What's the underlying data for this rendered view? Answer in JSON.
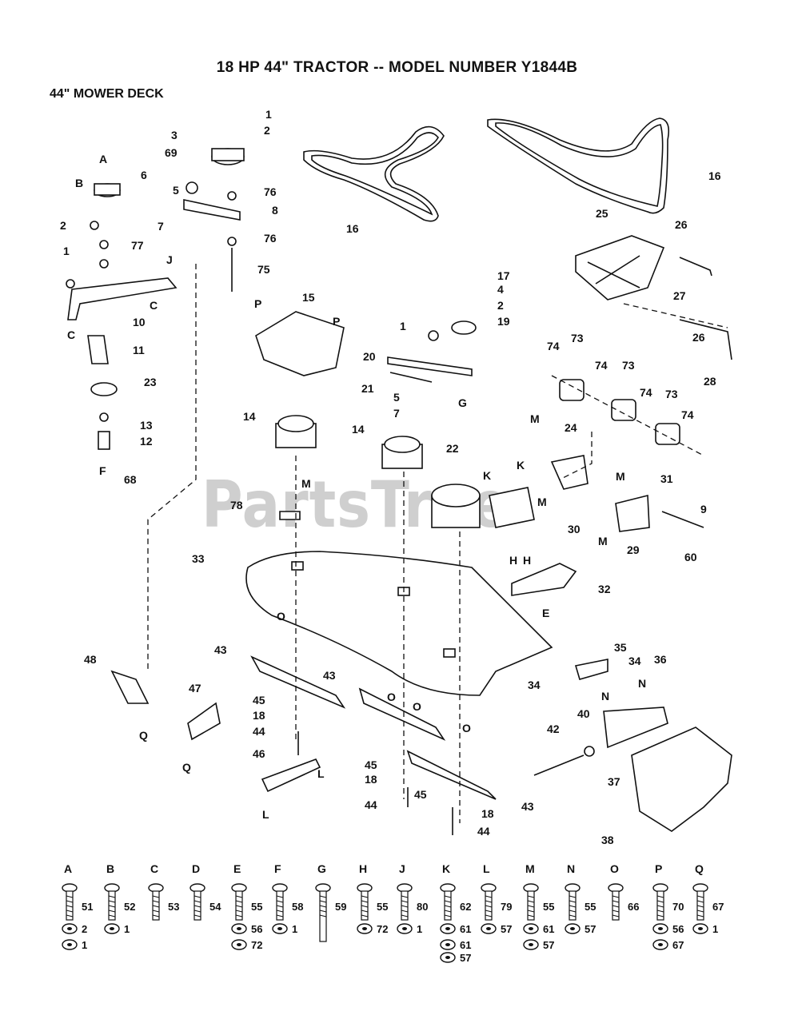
{
  "page": {
    "title": "18 HP 44\" TRACTOR -- MODEL NUMBER Y1844B",
    "section": "44\" MOWER DECK",
    "watermark": "PartsTree"
  },
  "callouts": [
    {
      "id": "c1a",
      "text": "1"
    },
    {
      "id": "c2a",
      "text": "2"
    },
    {
      "id": "c3",
      "text": "3"
    },
    {
      "id": "c69",
      "text": "69"
    },
    {
      "id": "cA",
      "text": "A"
    },
    {
      "id": "c6",
      "text": "6"
    },
    {
      "id": "cB",
      "text": "B"
    },
    {
      "id": "c5a",
      "text": "5"
    },
    {
      "id": "c76a",
      "text": "76"
    },
    {
      "id": "c8",
      "text": "8"
    },
    {
      "id": "c2b",
      "text": "2"
    },
    {
      "id": "c77",
      "text": "77"
    },
    {
      "id": "c7a",
      "text": "7"
    },
    {
      "id": "c76b",
      "text": "76"
    },
    {
      "id": "c1b",
      "text": "1"
    },
    {
      "id": "cJ",
      "text": "J"
    },
    {
      "id": "c75",
      "text": "75"
    },
    {
      "id": "cC1",
      "text": "C"
    },
    {
      "id": "c10",
      "text": "10"
    },
    {
      "id": "cC2",
      "text": "C"
    },
    {
      "id": "c11",
      "text": "11"
    },
    {
      "id": "c23",
      "text": "23"
    },
    {
      "id": "c13",
      "text": "13"
    },
    {
      "id": "c12",
      "text": "12"
    },
    {
      "id": "cF",
      "text": "F"
    },
    {
      "id": "c16a",
      "text": "16"
    },
    {
      "id": "c16b",
      "text": "16"
    },
    {
      "id": "c25",
      "text": "25"
    },
    {
      "id": "c26a",
      "text": "26"
    },
    {
      "id": "c27",
      "text": "27"
    },
    {
      "id": "c26b",
      "text": "26"
    },
    {
      "id": "c28",
      "text": "28"
    },
    {
      "id": "cP1",
      "text": "P"
    },
    {
      "id": "c15",
      "text": "15"
    },
    {
      "id": "cP2",
      "text": "P"
    },
    {
      "id": "c17",
      "text": "17"
    },
    {
      "id": "c4",
      "text": "4"
    },
    {
      "id": "c2c",
      "text": "2"
    },
    {
      "id": "c1c",
      "text": "1"
    },
    {
      "id": "c19",
      "text": "19"
    },
    {
      "id": "c20",
      "text": "20"
    },
    {
      "id": "c21",
      "text": "21"
    },
    {
      "id": "c5b",
      "text": "5"
    },
    {
      "id": "cG",
      "text": "G"
    },
    {
      "id": "c7b",
      "text": "7"
    },
    {
      "id": "c74a",
      "text": "74"
    },
    {
      "id": "c73a",
      "text": "73"
    },
    {
      "id": "c74b",
      "text": "74"
    },
    {
      "id": "c73b",
      "text": "73"
    },
    {
      "id": "c74c",
      "text": "74"
    },
    {
      "id": "c73c",
      "text": "73"
    },
    {
      "id": "c74d",
      "text": "74"
    },
    {
      "id": "c14a",
      "text": "14"
    },
    {
      "id": "c14b",
      "text": "14"
    },
    {
      "id": "cM1",
      "text": "M"
    },
    {
      "id": "c24",
      "text": "24"
    },
    {
      "id": "c22",
      "text": "22"
    },
    {
      "id": "cK1",
      "text": "K"
    },
    {
      "id": "cK2",
      "text": "K"
    },
    {
      "id": "cM2",
      "text": "M"
    },
    {
      "id": "c68",
      "text": "68"
    },
    {
      "id": "cM3",
      "text": "M"
    },
    {
      "id": "c78",
      "text": "78"
    },
    {
      "id": "c30",
      "text": "30"
    },
    {
      "id": "cM4",
      "text": "M"
    },
    {
      "id": "c31",
      "text": "31"
    },
    {
      "id": "c9",
      "text": "9"
    },
    {
      "id": "cM5",
      "text": "M"
    },
    {
      "id": "c29",
      "text": "29"
    },
    {
      "id": "c60",
      "text": "60"
    },
    {
      "id": "c33",
      "text": "33"
    },
    {
      "id": "cH1",
      "text": "H"
    },
    {
      "id": "cH2",
      "text": "H"
    },
    {
      "id": "c32",
      "text": "32"
    },
    {
      "id": "cE",
      "text": "E"
    },
    {
      "id": "cO1",
      "text": "O"
    },
    {
      "id": "c48",
      "text": "48"
    },
    {
      "id": "c43a",
      "text": "43"
    },
    {
      "id": "c43b",
      "text": "43"
    },
    {
      "id": "c35",
      "text": "35"
    },
    {
      "id": "c34a",
      "text": "34"
    },
    {
      "id": "c36",
      "text": "36"
    },
    {
      "id": "c34b",
      "text": "34"
    },
    {
      "id": "cQ1",
      "text": "Q"
    },
    {
      "id": "c47",
      "text": "47"
    },
    {
      "id": "c45a",
      "text": "45"
    },
    {
      "id": "c18a",
      "text": "18"
    },
    {
      "id": "cO2",
      "text": "O"
    },
    {
      "id": "cO3",
      "text": "O"
    },
    {
      "id": "cO4",
      "text": "O"
    },
    {
      "id": "c44a",
      "text": "44"
    },
    {
      "id": "cN1",
      "text": "N"
    },
    {
      "id": "cN2",
      "text": "N"
    },
    {
      "id": "c40",
      "text": "40"
    },
    {
      "id": "c42",
      "text": "42"
    },
    {
      "id": "c46",
      "text": "46"
    },
    {
      "id": "cL1",
      "text": "L"
    },
    {
      "id": "cQ2",
      "text": "Q"
    },
    {
      "id": "cL2",
      "text": "L"
    },
    {
      "id": "c37",
      "text": "37"
    },
    {
      "id": "c45b",
      "text": "45"
    },
    {
      "id": "c18b",
      "text": "18"
    },
    {
      "id": "c45c",
      "text": "45"
    },
    {
      "id": "c44b",
      "text": "44"
    },
    {
      "id": "c18c",
      "text": "18"
    },
    {
      "id": "c43c",
      "text": "43"
    },
    {
      "id": "c44c",
      "text": "44"
    },
    {
      "id": "c38",
      "text": "38"
    }
  ],
  "hardware_legend": [
    {
      "letter": "A",
      "parts": [
        "51",
        "2",
        "1"
      ]
    },
    {
      "letter": "B",
      "parts": [
        "52",
        "1"
      ]
    },
    {
      "letter": "C",
      "parts": [
        "53"
      ]
    },
    {
      "letter": "D",
      "parts": [
        "54"
      ]
    },
    {
      "letter": "E",
      "parts": [
        "55",
        "56",
        "72"
      ]
    },
    {
      "letter": "F",
      "parts": [
        "58",
        "1"
      ]
    },
    {
      "letter": "G",
      "parts": [
        "59"
      ]
    },
    {
      "letter": "H",
      "parts": [
        "55",
        "72"
      ]
    },
    {
      "letter": "J",
      "parts": [
        "80",
        "1"
      ]
    },
    {
      "letter": "K",
      "parts": [
        "62",
        "61",
        "61",
        "57"
      ]
    },
    {
      "letter": "L",
      "parts": [
        "79",
        "57"
      ]
    },
    {
      "letter": "M",
      "parts": [
        "55",
        "61",
        "57"
      ]
    },
    {
      "letter": "N",
      "parts": [
        "55",
        "57"
      ]
    },
    {
      "letter": "O",
      "parts": [
        "66"
      ]
    },
    {
      "letter": "P",
      "parts": [
        "70",
        "56",
        "67"
      ]
    },
    {
      "letter": "Q",
      "parts": [
        "67",
        "1"
      ]
    }
  ]
}
